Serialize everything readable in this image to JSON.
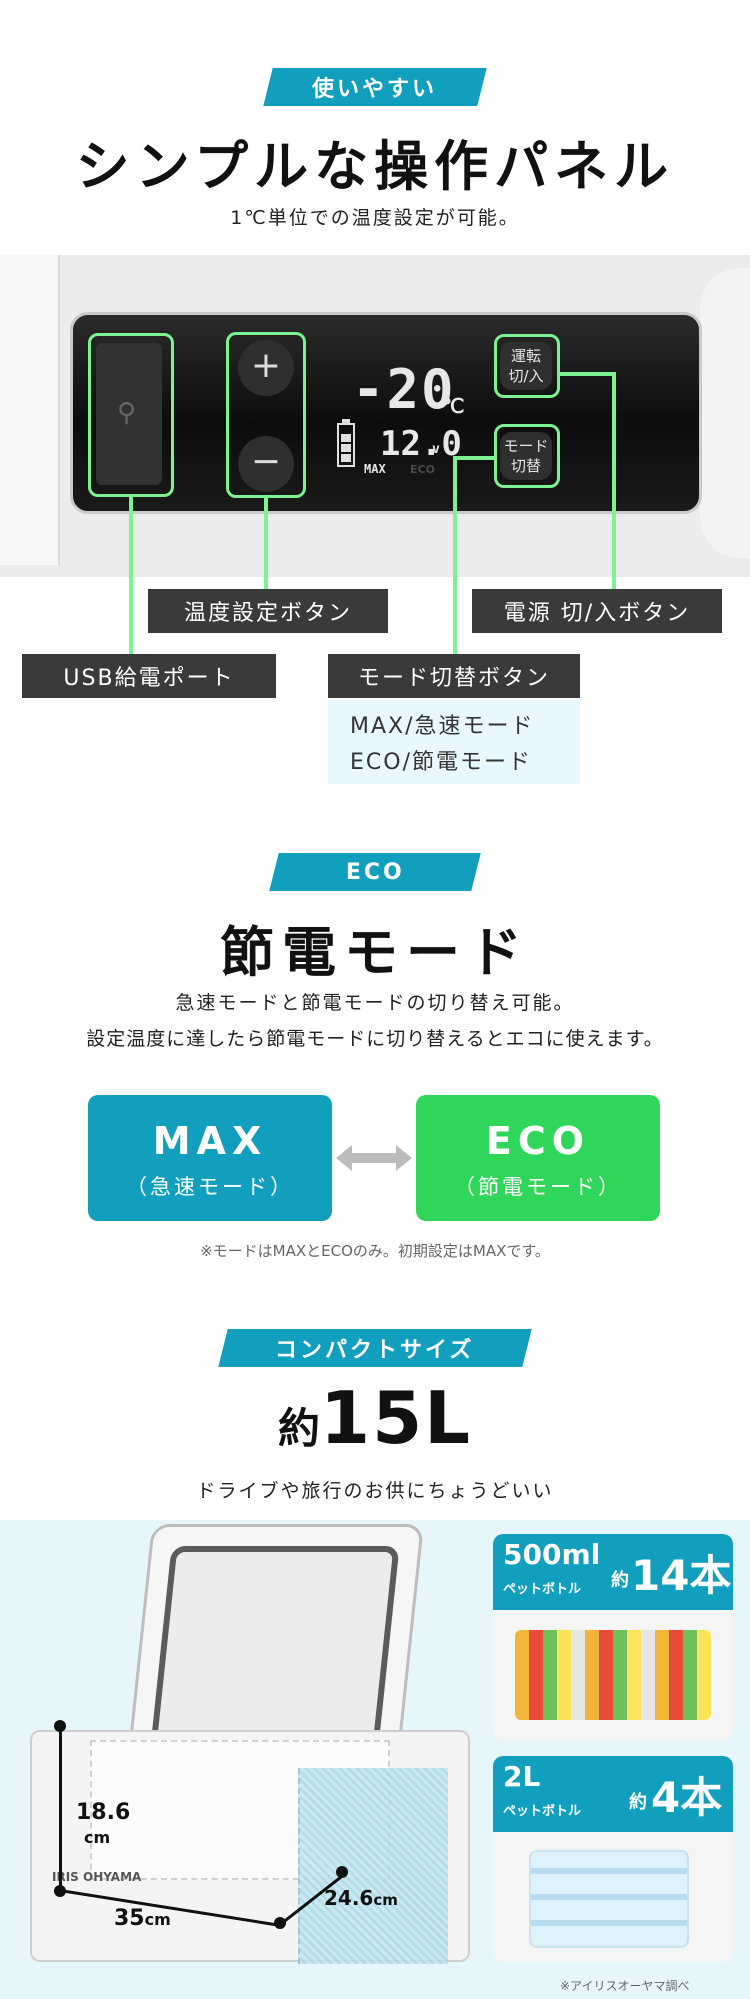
{
  "section1": {
    "tag": "使いやすい",
    "title": "シンプルな操作パネル",
    "subtitle": "1℃単位での温度設定が可能。"
  },
  "panel": {
    "display_temp": "-20",
    "display_unit": "℃",
    "display_voltage": "12.0",
    "display_voltage_unit": "v",
    "display_max": "MAX",
    "display_eco": "ECO",
    "plus_symbol": "+",
    "minus_symbol": "−",
    "power_button": "運転\n切/入",
    "mode_button": "モード\n切替"
  },
  "labels": {
    "temp_button": "温度設定ボタン",
    "power_button": "電源 切/入ボタン",
    "usb_port": "USB給電ポート",
    "mode_button": "モード切替ボタン",
    "mode_max": "MAX/急速モード",
    "mode_eco": "ECO/節電モード"
  },
  "section2": {
    "tag": "ECO",
    "title": "節電モード",
    "line1": "急速モードと節電モードの切り替え可能。",
    "line2": "設定温度に達したら節電モードに切り替えるとエコに使えます。",
    "card_max_big": "MAX",
    "card_max_small": "（急速モード）",
    "card_eco_big": "ECO",
    "card_eco_small": "（節電モード）",
    "note": "※モードはMAXとECOのみ。初期設定はMAXです。"
  },
  "section3": {
    "tag": "コンパクトサイズ",
    "title_prefix": "約",
    "title_value": "15L",
    "subtitle": "ドライブや旅行のお供にちょうどいい",
    "brand": "IRIS OHYAMA",
    "dim_height": "18.6",
    "dim_height_unit": "cm",
    "dim_width": "35",
    "dim_width_unit": "cm",
    "dim_depth": "24.6",
    "dim_depth_unit": "cm",
    "inset1_size": "500ml",
    "inset1_kind": "ペットボトル",
    "inset1_prefix": "約",
    "inset1_count": "14本",
    "inset2_size": "2L",
    "inset2_kind": "ペットボトル",
    "inset2_prefix": "約",
    "inset2_count": "4本",
    "credit": "※アイリスオーヤマ調べ"
  },
  "colors": {
    "accent_blue": "#129fbd",
    "accent_green": "#2fd65a",
    "highlight_green": "#7cf291",
    "label_dark": "#3a3a3a"
  }
}
